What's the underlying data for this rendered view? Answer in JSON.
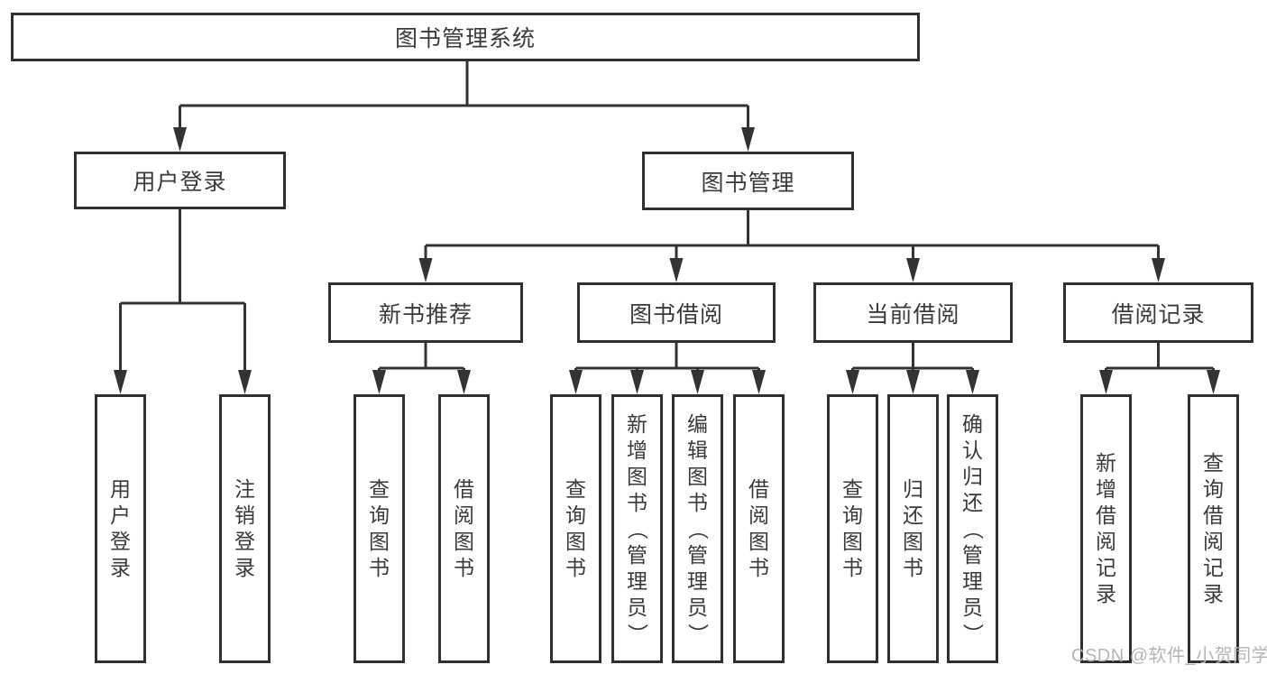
{
  "diagram": {
    "root": {
      "label": "图书管理系统"
    },
    "level2": [
      {
        "label": "用户登录"
      },
      {
        "label": "图书管理"
      }
    ],
    "level3": [
      {
        "label": "新书推荐"
      },
      {
        "label": "图书借阅"
      },
      {
        "label": "当前借阅"
      },
      {
        "label": "借阅记录"
      }
    ],
    "leaves": {
      "user_login": [
        "用户登录",
        "注销登录"
      ],
      "new_books": [
        "查询图书",
        "借阅图书"
      ],
      "book_borrow": [
        "查询图书",
        "新增图书（管理员）",
        "编辑图书（管理员）",
        "借阅图书"
      ],
      "current_borrow": [
        "查询图书",
        "归还图书",
        "确认归还（管理员）"
      ],
      "borrow_records": [
        "新增借阅记录",
        "查询借阅记录"
      ]
    }
  },
  "colors": {
    "line": "#333333",
    "text": "#3a3a3a",
    "watermark": "#b5b5b5"
  },
  "watermark": {
    "text": "CSDN @软件_小贺同学"
  }
}
